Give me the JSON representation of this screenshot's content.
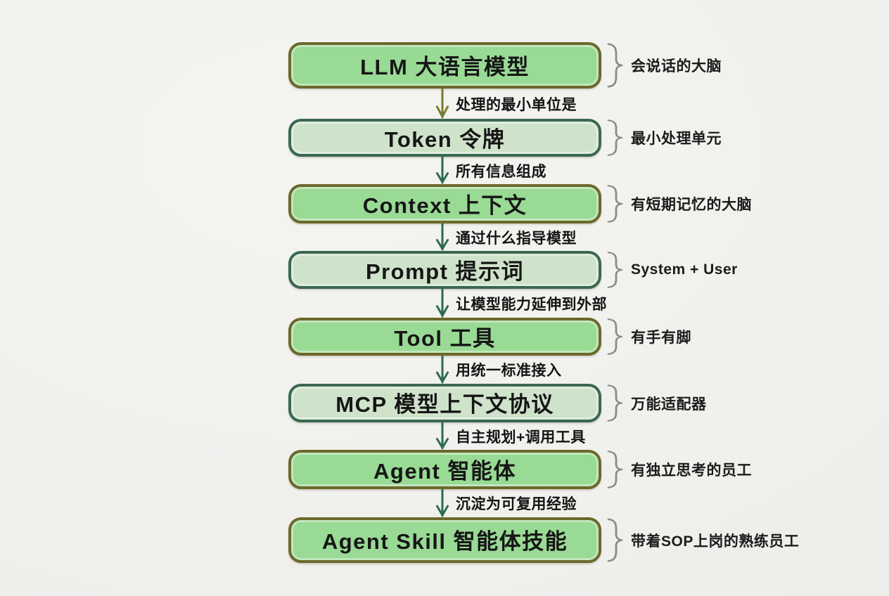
{
  "colors": {
    "green_fill": "#99da95",
    "green_border": "#6d682c",
    "pale_fill": "#cfe3ca",
    "pale_border": "#3a6850",
    "arrow_olive": "#7c7a30",
    "arrow_green": "#2e6b4d",
    "brace": "#8a8a8a",
    "text": "#161616"
  },
  "nodes": [
    {
      "title": "LLM 大语言模型",
      "annotation": "会说话的大脑",
      "style": "green"
    },
    {
      "title": "Token 令牌",
      "annotation": "最小处理单元",
      "style": "pale"
    },
    {
      "title": "Context 上下文",
      "annotation": "有短期记忆的大脑",
      "style": "green"
    },
    {
      "title": "Prompt 提示词",
      "annotation": "System + User",
      "style": "pale"
    },
    {
      "title": "Tool 工具",
      "annotation": "有手有脚",
      "style": "green"
    },
    {
      "title": "MCP 模型上下文协议",
      "annotation": "万能适配器",
      "style": "pale"
    },
    {
      "title": "Agent 智能体",
      "annotation": "有独立思考的员工",
      "style": "green"
    },
    {
      "title": "Agent Skill 智能体技能",
      "annotation": "带着SOP上岗的熟练员工",
      "style": "green"
    }
  ],
  "connectors": [
    {
      "label": "处理的最小单位是",
      "color": "olive"
    },
    {
      "label": "所有信息组成",
      "color": "green"
    },
    {
      "label": "通过什么指导模型",
      "color": "green"
    },
    {
      "label": "让模型能力延伸到外部",
      "color": "green"
    },
    {
      "label": "用统一标准接入",
      "color": "green"
    },
    {
      "label": "自主规划+调用工具",
      "color": "green"
    },
    {
      "label": "沉淀为可复用经验",
      "color": "green"
    }
  ]
}
